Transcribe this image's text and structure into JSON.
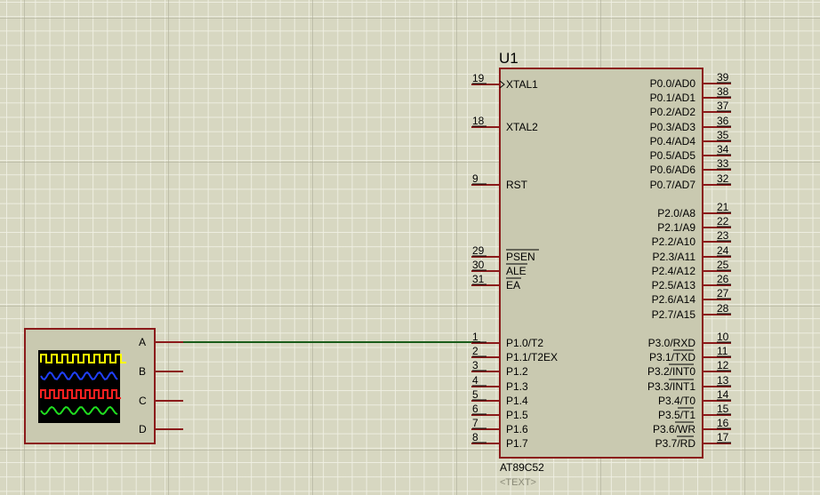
{
  "mcu": {
    "ref": "U1",
    "part": "AT89C52",
    "text_placeholder": "<TEXT>",
    "left_pins": [
      {
        "num": "19",
        "label": "XTAL1"
      },
      {
        "num": "18",
        "label": "XTAL2"
      },
      {
        "num": "9",
        "label": "RST"
      },
      {
        "num": "29",
        "label": "PSEN"
      },
      {
        "num": "30",
        "label": "ALE"
      },
      {
        "num": "31",
        "label": "EA"
      },
      {
        "num": "1",
        "label": "P1.0/T2"
      },
      {
        "num": "2",
        "label": "P1.1/T2EX"
      },
      {
        "num": "3",
        "label": "P1.2"
      },
      {
        "num": "4",
        "label": "P1.3"
      },
      {
        "num": "5",
        "label": "P1.4"
      },
      {
        "num": "6",
        "label": "P1.5"
      },
      {
        "num": "7",
        "label": "P1.6"
      },
      {
        "num": "8",
        "label": "P1.7"
      }
    ],
    "right_pins": [
      {
        "num": "39",
        "label": "P0.0/AD0"
      },
      {
        "num": "38",
        "label": "P0.1/AD1"
      },
      {
        "num": "37",
        "label": "P0.2/AD2"
      },
      {
        "num": "36",
        "label": "P0.3/AD3"
      },
      {
        "num": "35",
        "label": "P0.4/AD4"
      },
      {
        "num": "34",
        "label": "P0.5/AD5"
      },
      {
        "num": "33",
        "label": "P0.6/AD6"
      },
      {
        "num": "32",
        "label": "P0.7/AD7"
      },
      {
        "num": "21",
        "label": "P2.0/A8"
      },
      {
        "num": "22",
        "label": "P2.1/A9"
      },
      {
        "num": "23",
        "label": "P2.2/A10"
      },
      {
        "num": "24",
        "label": "P2.3/A11"
      },
      {
        "num": "25",
        "label": "P2.4/A12"
      },
      {
        "num": "26",
        "label": "P2.5/A13"
      },
      {
        "num": "27",
        "label": "P2.6/A14"
      },
      {
        "num": "28",
        "label": "P2.7/A15"
      },
      {
        "num": "10",
        "label": "P3.0/RXD"
      },
      {
        "num": "11",
        "label": "P3.1/TXD"
      },
      {
        "num": "12",
        "label": "P3.2/INT0"
      },
      {
        "num": "13",
        "label": "P3.3/INT1"
      },
      {
        "num": "14",
        "label": "P3.4/T0"
      },
      {
        "num": "15",
        "label": "P3.5/T1"
      },
      {
        "num": "16",
        "label": "P3.6/WR"
      },
      {
        "num": "17",
        "label": "P3.7/RD"
      }
    ]
  },
  "oscilloscope": {
    "channels": [
      "A",
      "B",
      "C",
      "D"
    ],
    "trace_colors": [
      "#ffff00",
      "#2040ff",
      "#ff2020",
      "#20e020"
    ]
  },
  "colors": {
    "component_outline": "#8b1a1a",
    "component_fill": "#c9c9b0",
    "wire": "#1a5c1a",
    "text": "#000000",
    "placeholder_text": "#8a8a78"
  }
}
